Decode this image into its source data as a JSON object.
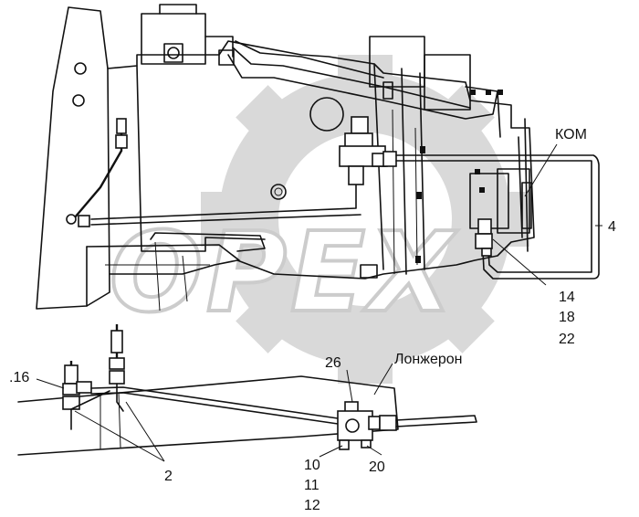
{
  "diagram": {
    "labels": {
      "kom": "КОМ",
      "item_4": "4",
      "item_14": "14",
      "item_18": "18",
      "item_22": "22",
      "item_16": ".16",
      "item_26": "26",
      "longeron": "Лонжерон",
      "item_2": "2",
      "item_10": "10",
      "item_11": "11",
      "item_12": "12",
      "item_20": "20"
    },
    "watermark": "OPEX"
  }
}
